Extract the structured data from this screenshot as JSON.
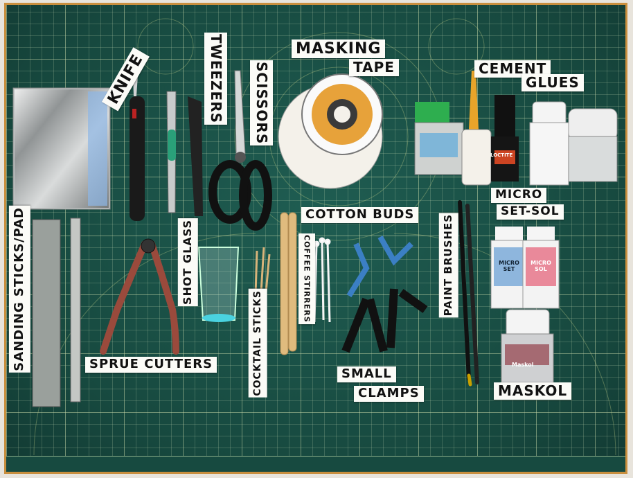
{
  "labels": {
    "knife": "Knife",
    "tweezers": "Tweezers",
    "scissors": "Scissors",
    "masking_tape_1": "Masking",
    "masking_tape_2": "Tape",
    "cement_1": "Cement",
    "cement_2": "Glues",
    "sanding": "Sanding Sticks/Pad",
    "shot_glass": "Shot Glass",
    "cotton_buds": "Cotton Buds",
    "coffee_stirrers": "Coffee Stirrers",
    "cocktail_sticks": "Cocktail Sticks",
    "paint_brushes": "Paint Brushes",
    "micro_set_sol_1": "Micro",
    "micro_set_sol_2": "Set-Sol",
    "sprue_cutters": "Sprue Cutters",
    "small_clamps_1": "Small",
    "small_clamps_2": "Clamps",
    "maskol": "Maskol"
  },
  "bottle_text": {
    "micro_set": "MICRO SET",
    "micro_sol": "MICRO SOL",
    "loctite": "LOCTITE",
    "maskol": "Maskol"
  },
  "colors": {
    "mat": "#17493f",
    "border": "#c98f3e",
    "label_bg": "#fbfbf7",
    "tape_orange": "#e7a23a",
    "handle_red": "#9a4a3c",
    "clamp_blue": "#3b7fc4"
  }
}
